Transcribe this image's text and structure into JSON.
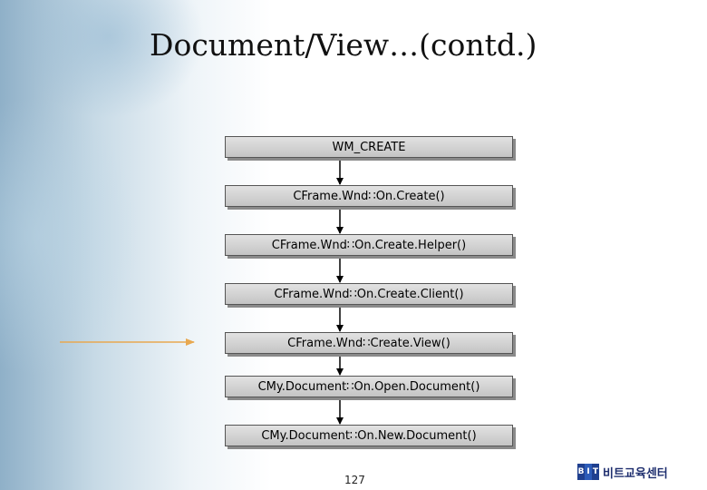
{
  "title": "Document/View…(contd.)",
  "flow": [
    {
      "label": "WM_CREATE"
    },
    {
      "label": "CFrame.Wnd∷On.Create()"
    },
    {
      "label": "CFrame.Wnd∷On.Create.Helper()"
    },
    {
      "label": "CFrame.Wnd∷On.Create.Client()"
    },
    {
      "label": "CFrame.Wnd∷Create.View()"
    },
    {
      "label": "CMy.Document∷On.Open.Document()"
    },
    {
      "label": "CMy.Document∷On.New.Document()"
    }
  ],
  "highlight_step_index": 4,
  "highlight_color": "#e8a850",
  "page_number": "127",
  "logo": {
    "mark_letters": [
      "B",
      "I",
      "T"
    ],
    "text": "비트교육센터"
  }
}
